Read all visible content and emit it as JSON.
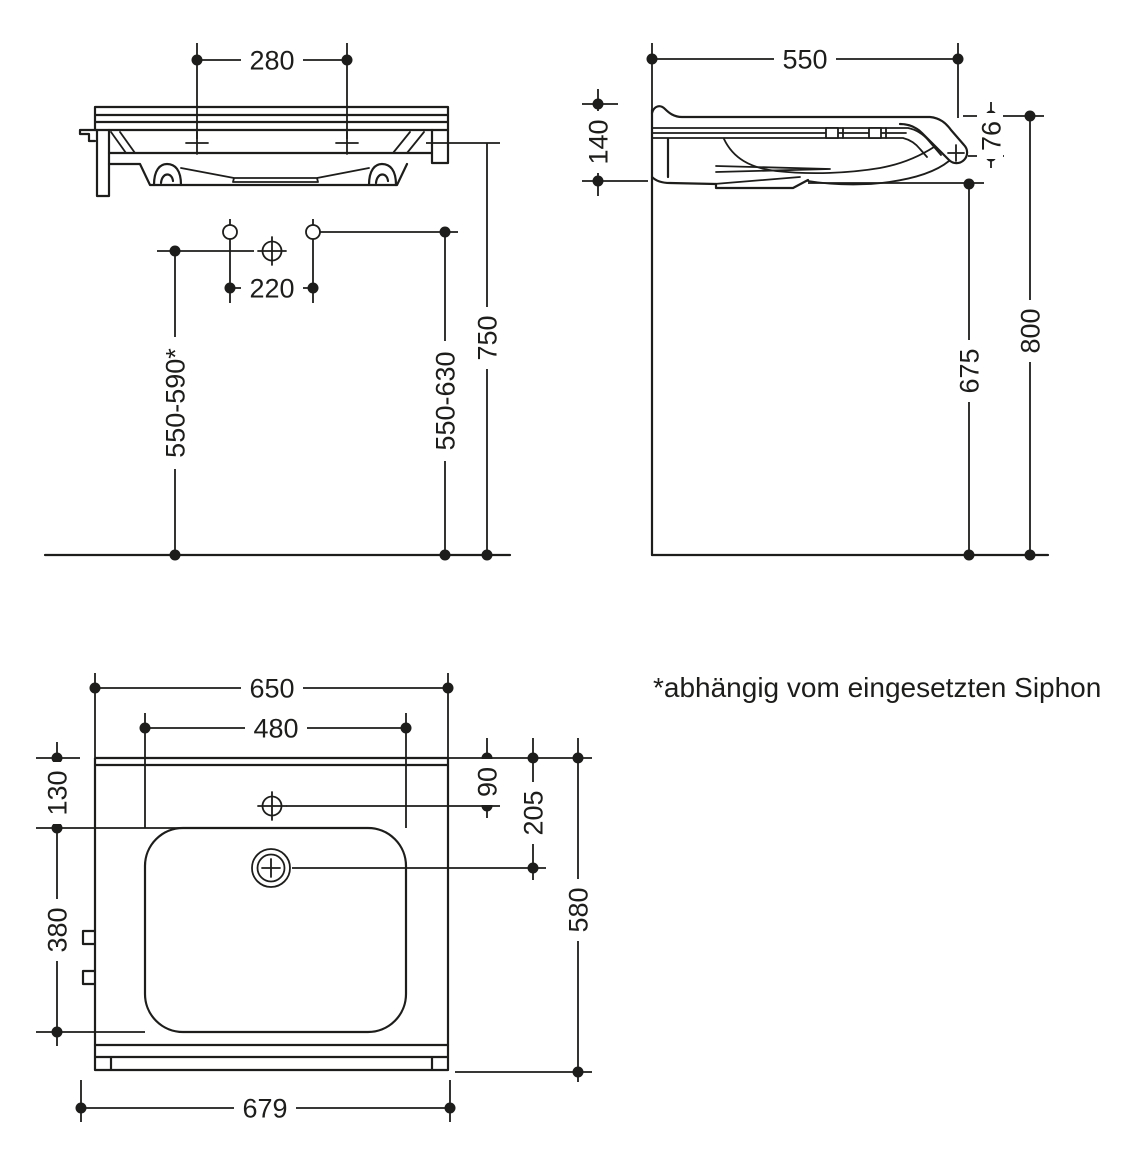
{
  "drawing": {
    "type": "technical-dimension-drawing",
    "subject": "wall-mounted washbasin, three orthographic views",
    "note": "*abhängig vom eingesetzten Siphon",
    "colors": {
      "line": "#1d1d1b",
      "background": "#ffffff"
    },
    "front_view": {
      "dims": {
        "tap_hole_spacing": "280",
        "fixing_hole_spacing": "220",
        "height_rim": "750",
        "height_range_right": "550-630",
        "height_range_left": "550-590*"
      }
    },
    "side_view": {
      "dims": {
        "depth": "550",
        "front_edge_height": "140",
        "grip_drop": "76",
        "height_top": "800",
        "height_underside": "675"
      }
    },
    "plan_view": {
      "dims": {
        "outer_width": "650",
        "bowl_width": "480",
        "tap_edge_offset": "130",
        "bowl_depth": "380",
        "tap_hole_offset": "90",
        "drain_offset": "205",
        "overall_depth": "580",
        "overall_width_with_rail": "679"
      }
    }
  }
}
